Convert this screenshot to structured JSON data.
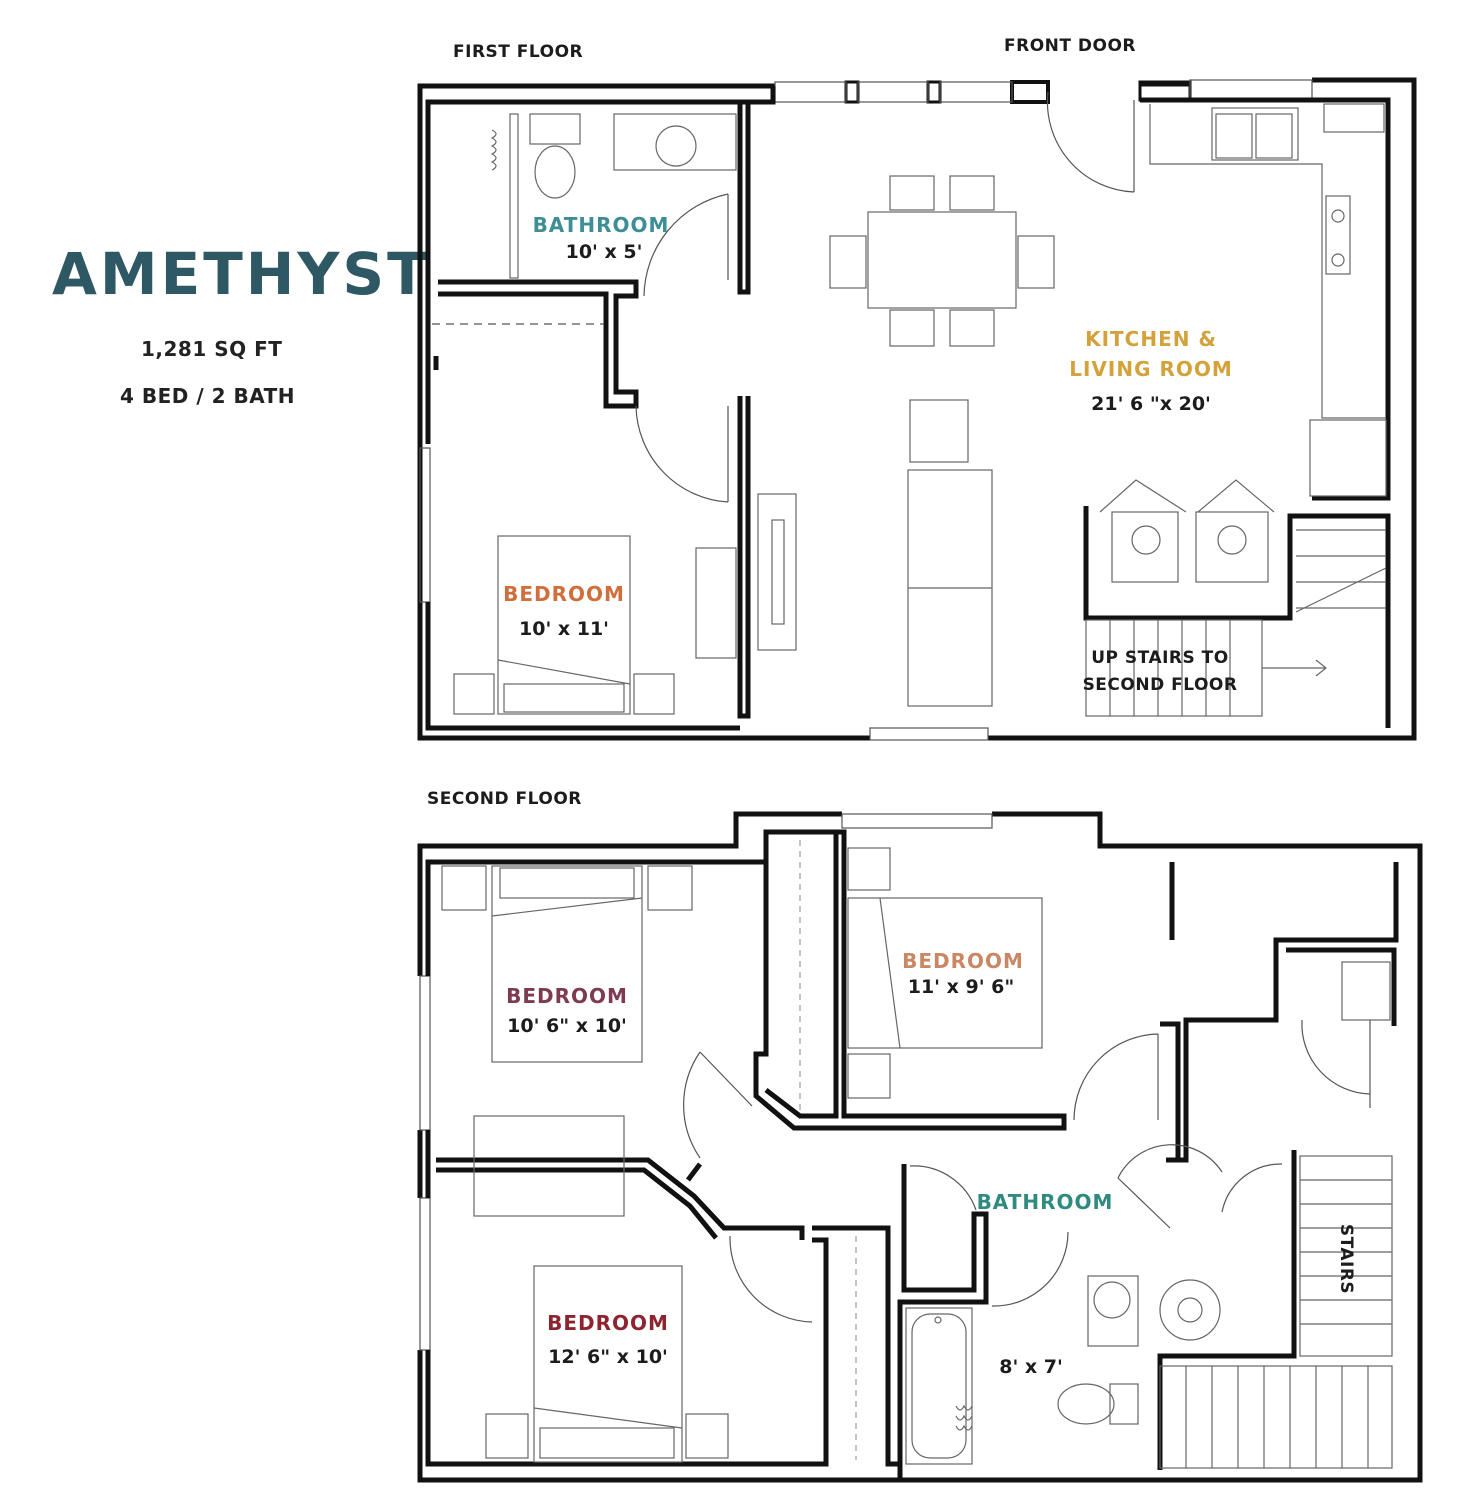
{
  "plan_name": "AMETHYST",
  "area": "1,281 SQ FT",
  "beds_baths": "4 BED / 2 BATH",
  "first_floor": {
    "label": "FIRST FLOOR",
    "front_door_label": "FRONT DOOR",
    "rooms": [
      {
        "name": "BATHROOM",
        "size": "10' x 5'",
        "color": "#3d8e95"
      },
      {
        "name": "KITCHEN &",
        "name_line2": "LIVING ROOM",
        "size": "21' 6 \"x 20'",
        "color": "#d4a23a"
      },
      {
        "name": "BEDROOM",
        "size": "10' x 11'",
        "color": "#d06f3c"
      }
    ],
    "stairs_note_line1": "UP STAIRS TO",
    "stairs_note_line2": "SECOND FLOOR"
  },
  "second_floor": {
    "label": "SECOND FLOOR",
    "rooms": [
      {
        "name": "BEDROOM",
        "size": "10' 6\"  x 10'",
        "color": "#7d3a52"
      },
      {
        "name": "BEDROOM",
        "size": "11' x 9' 6\"",
        "color": "#c98863"
      },
      {
        "name": "BATHROOM",
        "size": "8' x 7'",
        "color": "#2f8a80"
      },
      {
        "name": "BEDROOM",
        "size": "12' 6\"  x 10'",
        "color": "#8e2430"
      }
    ],
    "stairs_label": "STAIRS"
  }
}
